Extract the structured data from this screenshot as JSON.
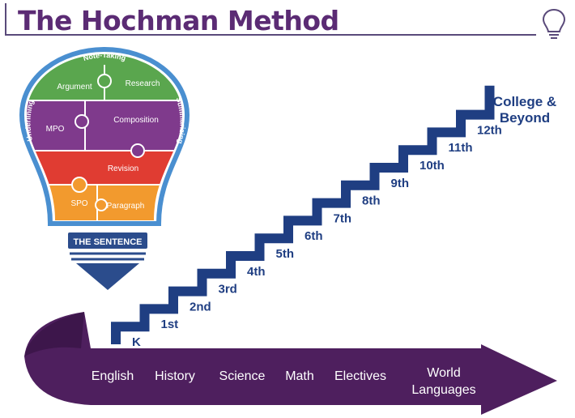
{
  "title": "The Hochman Method",
  "colors": {
    "title": "#5b2b74",
    "stairs": "#1f3e82",
    "arrow": "#4e1f5e",
    "green": "#5aa64e",
    "purple": "#7f3a8c",
    "red": "#e03c32",
    "orange": "#f29a2e",
    "bulb_outline": "#4a8fd0",
    "base": "#2b4c8c"
  },
  "icons": [
    "lightbulb-icon"
  ],
  "bulb": {
    "arc_top": "Note-Taking",
    "arc_left": "Underlining",
    "arc_right": "Summarizing",
    "pieces": {
      "argument": "Argument",
      "research": "Research",
      "mpo": "MPO",
      "composition": "Composition",
      "revision": "Revision",
      "spo": "SPO",
      "paragraph": "Paragraph"
    },
    "base_label": "THE SENTENCE"
  },
  "stairs": {
    "grades": [
      "K",
      "1st",
      "2nd",
      "3rd",
      "4th",
      "5th",
      "6th",
      "7th",
      "8th",
      "9th",
      "10th",
      "11th",
      "12th"
    ],
    "top_line1": "College &",
    "top_line2": "Beyond"
  },
  "arrow": {
    "subjects": [
      "English",
      "History",
      "Science",
      "Math",
      "Electives"
    ],
    "last_line1": "World",
    "last_line2": "Languages"
  }
}
